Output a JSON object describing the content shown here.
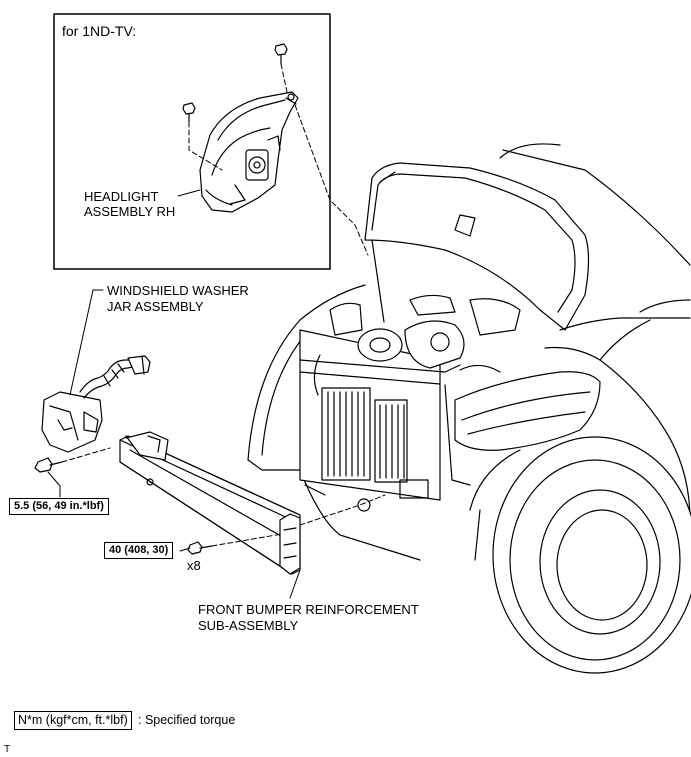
{
  "inset": {
    "title": "for 1ND-TV:",
    "headlight_label_1": "HEADLIGHT",
    "headlight_label_2": "ASSEMBLY RH"
  },
  "labels": {
    "washer_1": "WINDSHIELD WASHER",
    "washer_2": "JAR ASSEMBLY",
    "bumper_1": "FRONT BUMPER REINFORCEMENT",
    "bumper_2": "SUB-ASSEMBLY",
    "bolt_count": "x8"
  },
  "torques": {
    "washer_bolt": "5.5 (56, 49 in.*lbf)",
    "bumper_bolt": "40 (408, 30)"
  },
  "legend": {
    "unit_box": "N*m (kgf*cm, ft.*lbf)",
    "description": ": Specified torque"
  },
  "footer": {
    "code": "T"
  }
}
